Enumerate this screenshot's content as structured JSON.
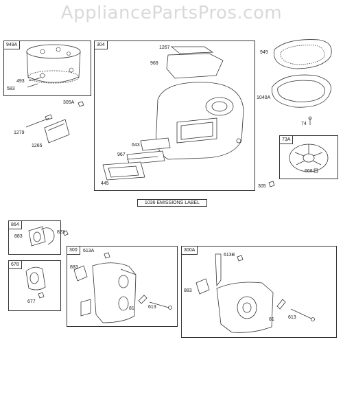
{
  "watermark": "AppliancePartsPros.com",
  "boxes": {
    "b949A": "949A",
    "b304": "304",
    "b73A": "73A",
    "b864": "864",
    "b678": "678",
    "b300": "300",
    "b300A": "300A"
  },
  "labels": {
    "p493": "493",
    "p583": "583",
    "p305A": "305A",
    "p1279": "1279",
    "p1265": "1265",
    "p1267": "1267",
    "p968": "968",
    "p643": "643",
    "p967": "967",
    "p445": "445",
    "p949": "949",
    "p1040A": "1040A",
    "p74": "74",
    "p668": "668",
    "p305": "305",
    "p883a": "883",
    "p823": "823",
    "p677": "677",
    "p613A": "613A",
    "p883b": "883",
    "p81a": "81",
    "p613a": "613",
    "p613B": "613B",
    "p883c": "883",
    "p81b": "81",
    "p613b": "613"
  },
  "caption": "1036 EMISSIONS LABEL"
}
